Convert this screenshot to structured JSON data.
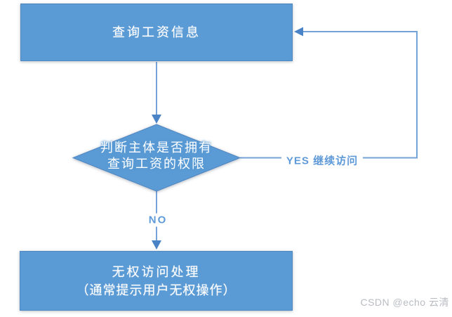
{
  "diagram": {
    "type": "flowchart",
    "nodes": {
      "query": {
        "label": "查询工资信息"
      },
      "decision": {
        "line1": "判断主体是否拥有",
        "line2": "查询工资的权限"
      },
      "deny": {
        "line1": "无权访问处理",
        "line2": "（通常提示用户无权操作）"
      }
    },
    "edges": {
      "yes": {
        "label": "YES 继续访问"
      },
      "no": {
        "label": "NO"
      }
    },
    "colors": {
      "node_fill": "#5b9bd5",
      "node_border": "#4f87c3",
      "connector": "#74a3da",
      "arrowhead": "#4a84c6",
      "edge_label_text": "#5f9ad8",
      "node_text": "#ffffff"
    }
  },
  "watermark": {
    "text": "CSDN @echo 云清"
  }
}
